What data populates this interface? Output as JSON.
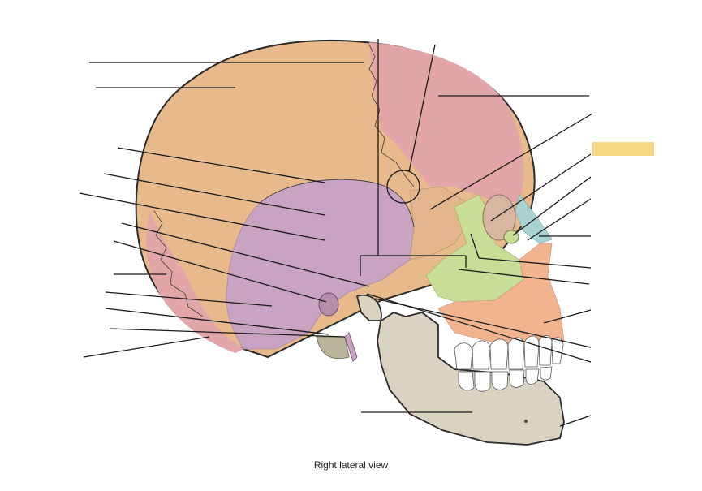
{
  "figure": {
    "caption": "Right lateral view"
  },
  "colors": {
    "parietal": "#e8b98a",
    "frontal": "#e3a6a8",
    "temporal": "#c9a3c2",
    "sphenoid": "#e2b58c",
    "zygomatic": "#c8dd95",
    "maxilla": "#f1b48e",
    "nasal": "#a9d3d3",
    "mandible": "#d9d4c2",
    "teeth": "#ffffff",
    "highlight": "#f6da86"
  },
  "icons": {
    "answer_box": "highlight-box",
    "pterion_marker": "circle-marker"
  }
}
